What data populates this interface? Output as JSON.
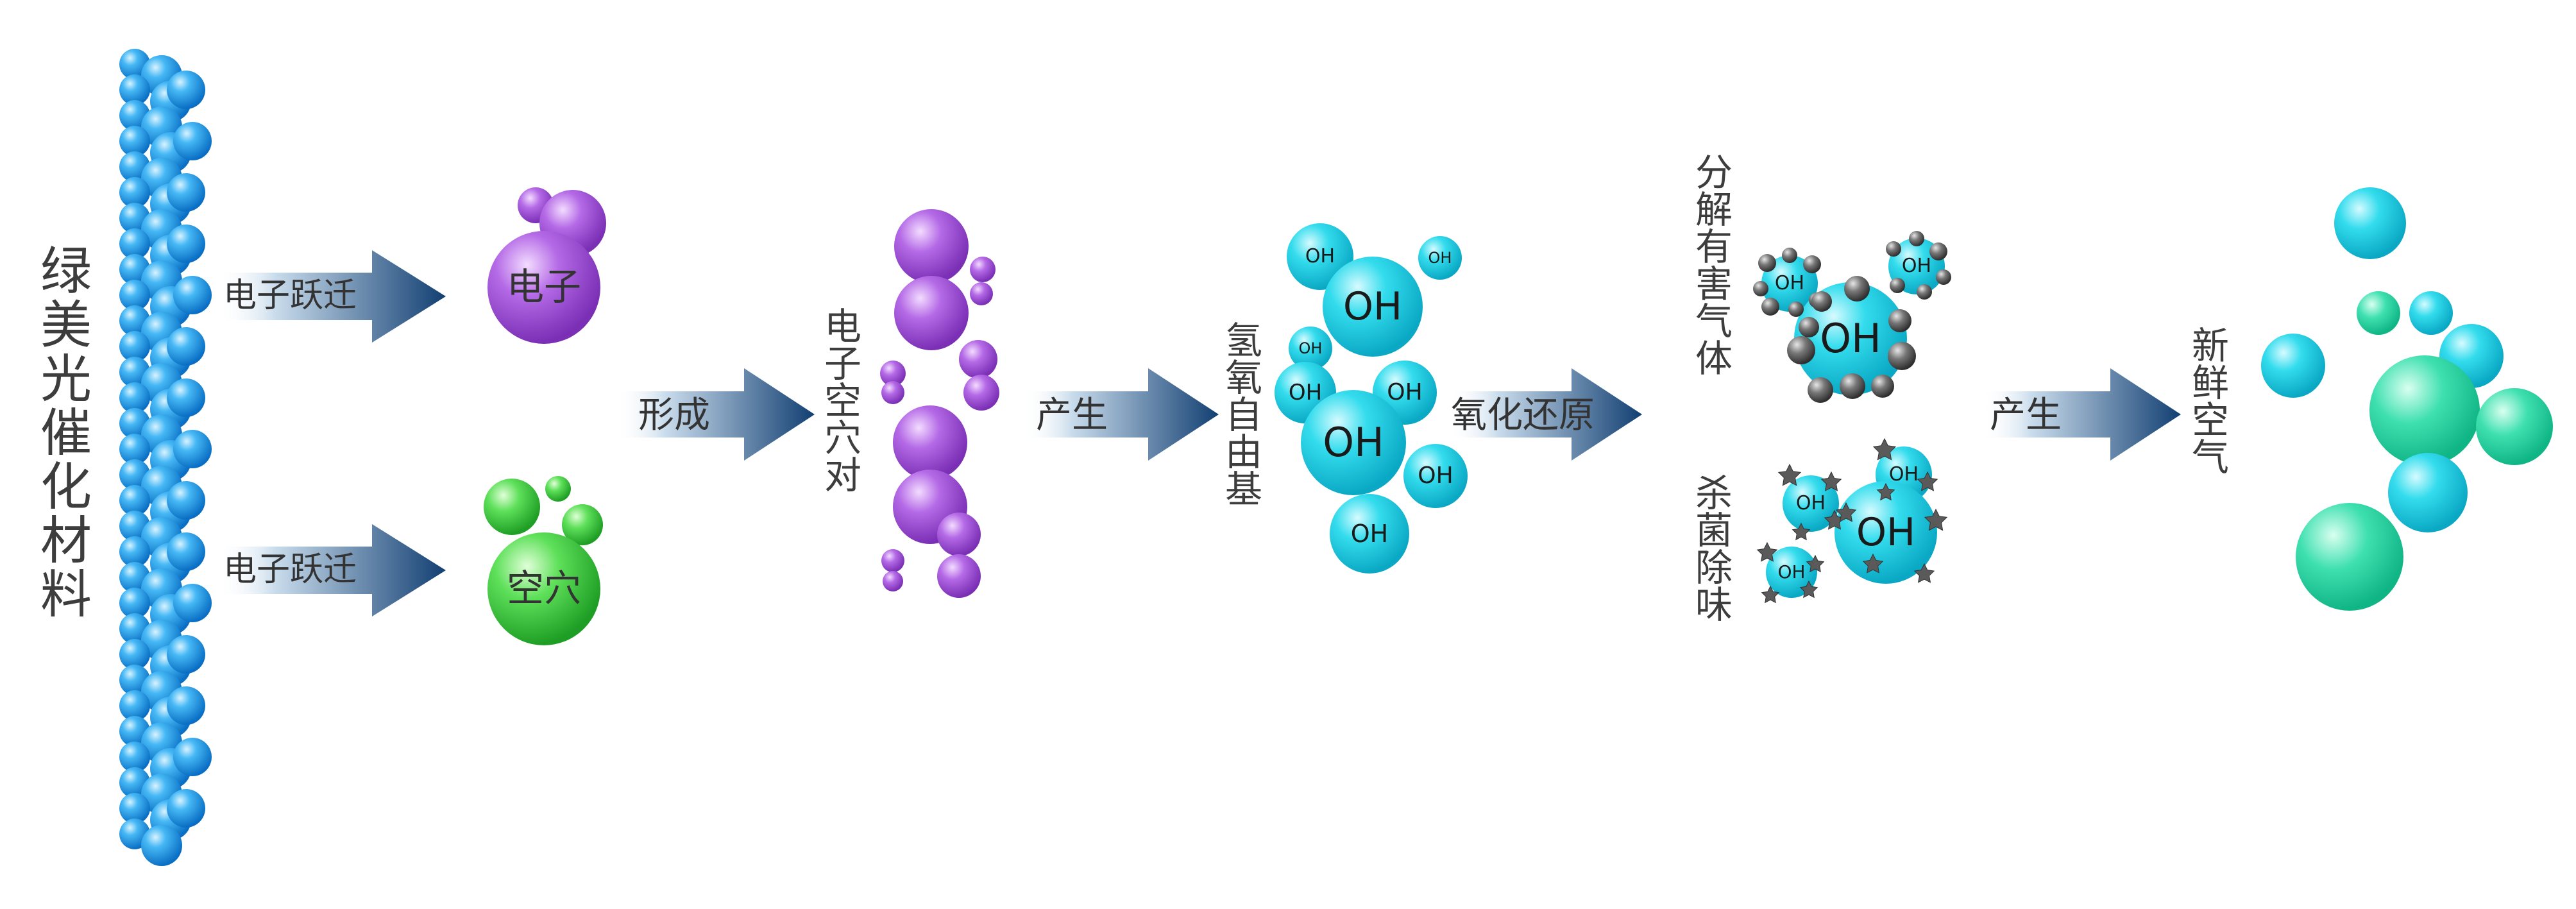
{
  "labels": {
    "material": "绿美光催化材料",
    "electron_transition_1": "电子跃迁",
    "electron_transition_2": "电子跃迁",
    "electron": "电子",
    "hole": "空穴",
    "form": "形成",
    "electron_hole_pair": "电子空穴对",
    "produce_1": "产生",
    "hydroxyl_radical": "氢氧自由基",
    "redox": "氧化还原",
    "decompose_gas": "分解有害气体",
    "sterilize": "杀菌除味",
    "produce_2": "产生",
    "fresh_air": "新鲜空气",
    "oh": "OH"
  },
  "colors": {
    "blue_bead": "#1e9be8",
    "purple": "#a24ddb",
    "green": "#3fd23f",
    "cyan": "#12cfe0",
    "arrow_dark": "#1c5a96",
    "grey_particle": "#555555",
    "text": "#3d3d3d"
  }
}
